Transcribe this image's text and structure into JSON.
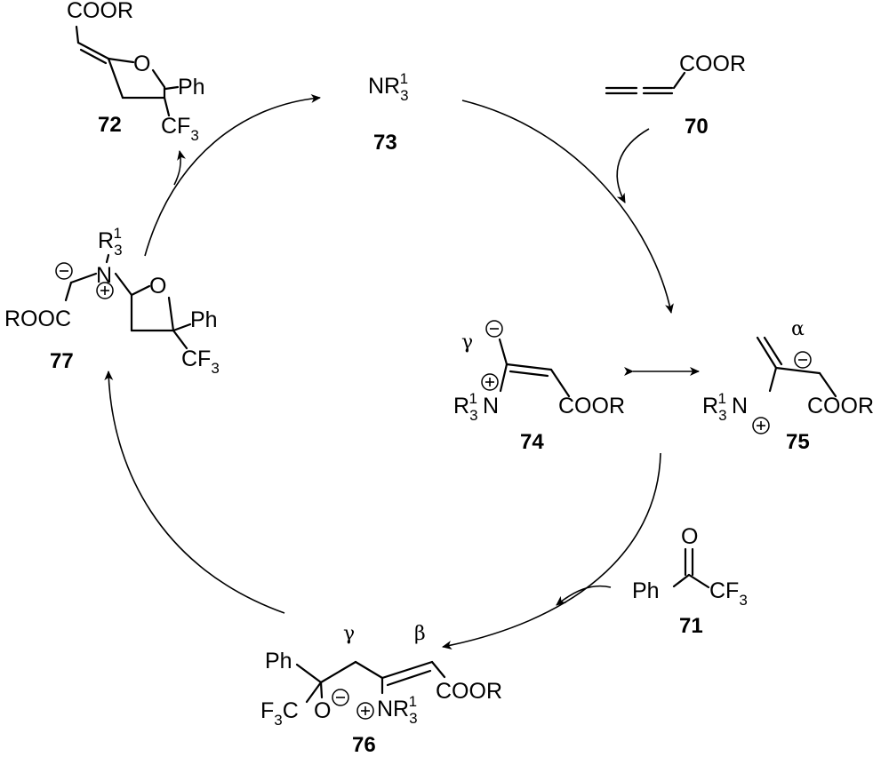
{
  "title": "Catalytic cycle: amine-catalyzed [2+2] annulation of allenoate 70 with trifluoroacetophenone 71",
  "compounds": {
    "c70": {
      "number": "70",
      "group": "COOR"
    },
    "c71": {
      "number": "71",
      "ph": "Ph",
      "o": "O",
      "cf3": "CF",
      "cf3_sub": "3"
    },
    "c72": {
      "number": "72",
      "group": "COOR",
      "o": "O",
      "ph": "Ph",
      "cf3": "CF",
      "cf3_sub": "3"
    },
    "c73": {
      "number": "73",
      "amine": "NR",
      "amine_sub": "3",
      "amine_sup": "1"
    },
    "c74": {
      "number": "74",
      "greek": "γ",
      "r": "R",
      "r_sub": "3",
      "r_sup": "1",
      "n": "N",
      "group": "COOR"
    },
    "c75": {
      "number": "75",
      "greek": "α",
      "r": "R",
      "r_sub": "3",
      "r_sup": "1",
      "n": "N",
      "group": "COOR"
    },
    "c76": {
      "number": "76",
      "ph": "Ph",
      "cf3": "F",
      "cf3_sub": "3",
      "cf3_c": "C",
      "o": "O",
      "gamma": "γ",
      "beta": "β",
      "group": "COOR",
      "amine": "NR",
      "amine_sub": "3",
      "amine_sup": "1"
    },
    "c77": {
      "number": "77",
      "r": "R",
      "r_sub": "3",
      "r_sup": "1",
      "n": "N",
      "ester": "ROOC",
      "o": "O",
      "ph": "Ph",
      "cf3": "CF",
      "cf3_sub": "3"
    }
  },
  "arrows": [
    {
      "from": "73",
      "to": "75",
      "note": "70 enters"
    },
    {
      "from": "75",
      "to": "76",
      "note": "71 enters"
    },
    {
      "from": "76",
      "to": "77"
    },
    {
      "from": "77",
      "to": "73",
      "note": "72 released"
    },
    {
      "from": "74",
      "to": "75",
      "type": "resonance"
    }
  ]
}
